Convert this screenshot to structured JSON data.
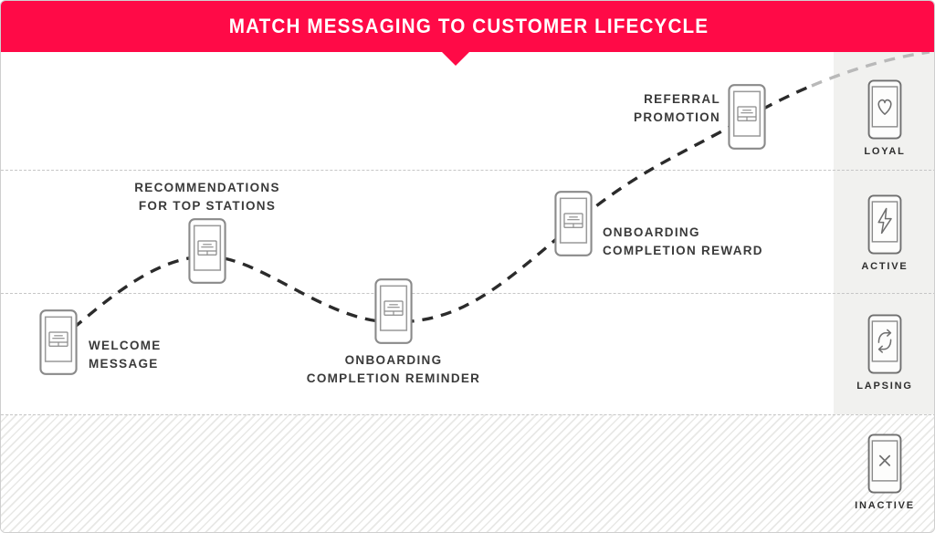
{
  "header": {
    "title": "MATCH MESSAGING TO CUSTOMER LIFECYCLE"
  },
  "touchpoints": [
    {
      "name": "welcome-message",
      "line1": "WELCOME",
      "line2": "MESSAGE"
    },
    {
      "name": "recommendations-top-stations",
      "line1": "RECOMMENDATIONS",
      "line2": "FOR TOP STATIONS"
    },
    {
      "name": "onboarding-completion-reminder",
      "line1": "ONBOARDING",
      "line2": "COMPLETION REMINDER"
    },
    {
      "name": "onboarding-completion-reward",
      "line1": "ONBOARDING",
      "line2": "COMPLETION REWARD"
    },
    {
      "name": "referral-promotion",
      "line1": "REFERRAL",
      "line2": "PROMOTION"
    }
  ],
  "stages": [
    {
      "label": "LOYAL",
      "icon": "heart-icon"
    },
    {
      "label": "ACTIVE",
      "icon": "bolt-icon"
    },
    {
      "label": "LAPSING",
      "icon": "repeat-icon"
    },
    {
      "label": "INACTIVE",
      "icon": "x-icon"
    }
  ],
  "icons": {
    "touchpoint_phone": "notification-message-phone-icon"
  },
  "colors": {
    "banner": "#ff0a47",
    "title_text": "#ffffff",
    "label_text": "#3a3a3a",
    "curve": "#2b2b2b",
    "curve_faded": "#b9b9b9",
    "sidebar_bg": "#f1f1ef",
    "divider": "#c6c6c6",
    "phone_stroke": "#8a8a8a",
    "hatch_stripe": "#e8e8e6"
  }
}
